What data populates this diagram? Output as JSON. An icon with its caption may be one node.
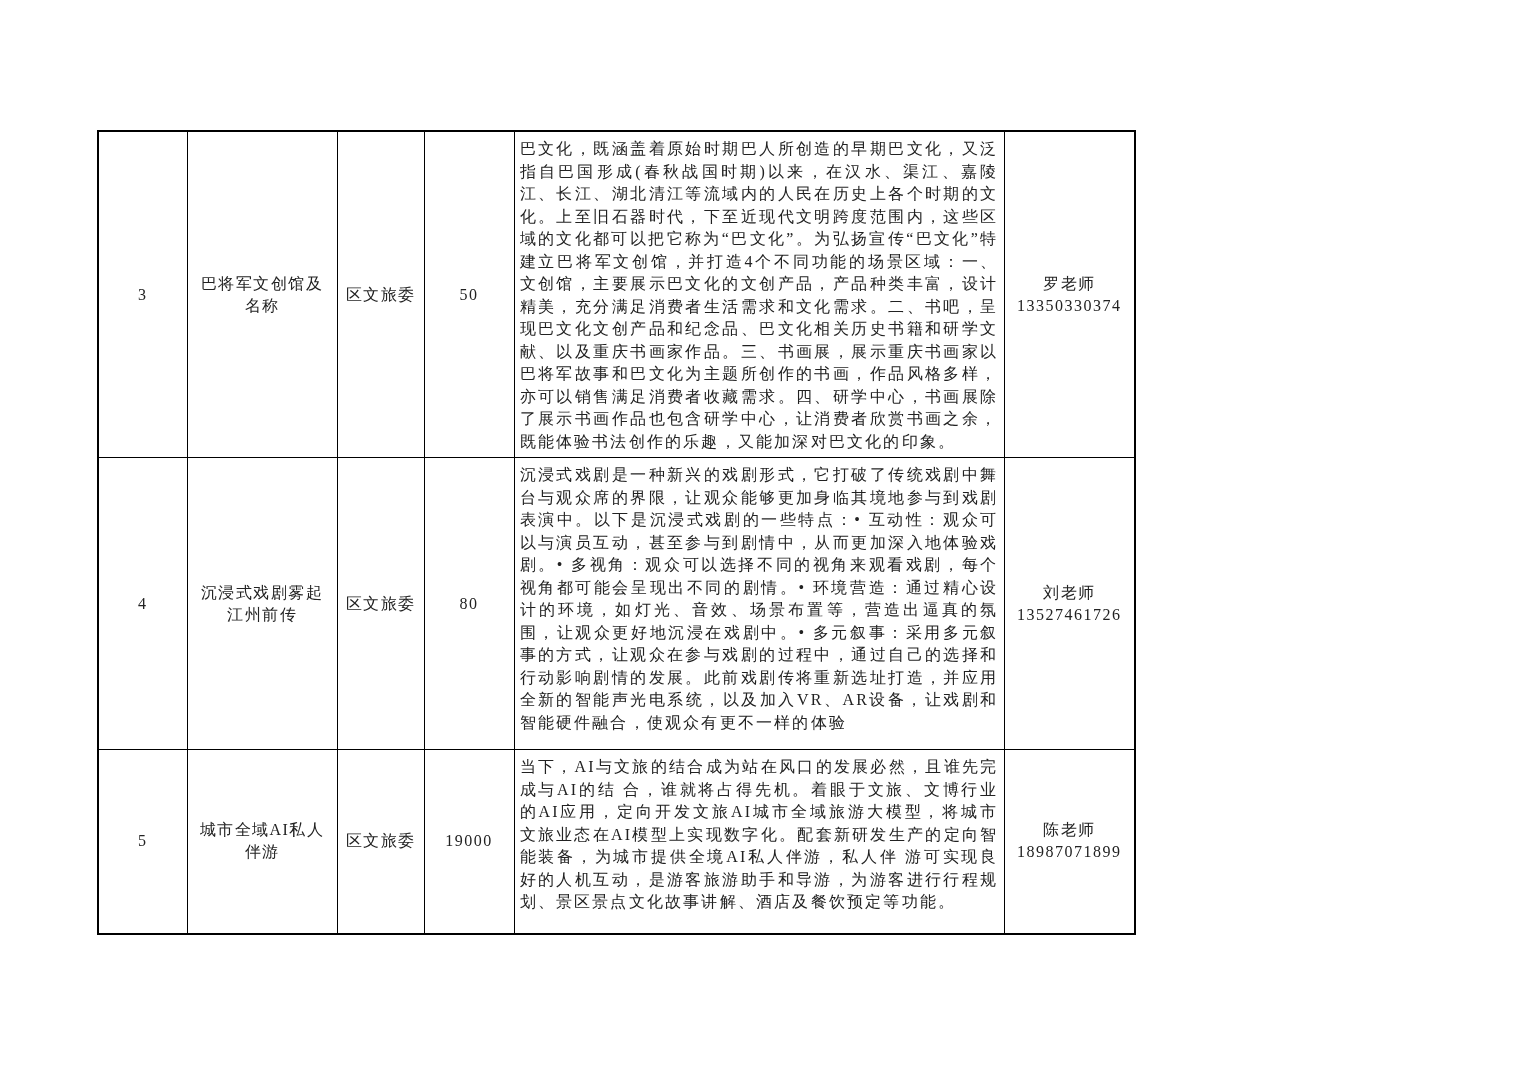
{
  "diagram": {
    "labels": [
      "3",
      "巴将军文创馆及名称",
      "区文旅委",
      "50",
      "巴文化，既涵盖着原始时期巴人所创造的早期巴文化，又泛指自巴国形成(春秋战国时期)以来，在汉水、渠江、嘉陵江、长江、湖北清江等流域内的人民在历史上各个时期的文化。上至旧石器时代，下至近现代文明跨度范围内，这些区域的文化都可以把它称为“巴文化”。为弘扬宣传“巴文化”特建立巴将军文创馆，并打造4个不同功能的场景区域：一、文创馆，主要展示巴文化的文创产品，产品种类丰富，设计精美，充分满足消费者生活需求和文化需求。二、书吧，呈现巴文化文创产品和纪念品、巴文化相关历史书籍和研学文献、以及重庆书画家作品。三、书画展，展示重庆书画家以巴将军故事和巴文化为主题所创作的书画，作品风格多样，亦可以销售满足消费者收藏需求。四、研学中心，书画展除了展示书画作品也包含研学中心，让消费者欣赏书画之余，既能体验书法创作的乐趣，又能加深对巴文化的印象。",
      "罗老师 13350330374",
      "4",
      "沉浸式戏剧雾起江州前传",
      "区文旅委",
      "80",
      "沉浸式戏剧是一种新兴的戏剧形式，它打破了传统戏剧中舞台与观众席的界限，让观众能够更加身临其境地参与到戏剧表演中。以下是沉浸式戏剧的一些特点：• 互动性：观众可以与演员互动，甚至参与到剧情中，从而更加深入地体验戏剧。• 多视角：观众可以选择不同的视角来观看戏剧，每个视角都可能会呈现出不同的剧情。• 环境营造：通过精心设计的环境，如灯光、音效、场景布置等，营造出逼真的氛围，让观众更好地沉浸在戏剧中。• 多元叙事：采用多元叙事的方式，让观众在参与戏剧的过程中，通过自己的选择和行动影响剧情的发展。此前戏剧传将重新选址打造，并应用全新的智能声光电系统，以及加入VR、AR设备，让戏剧和智能硬件融合，使观众有更不一样的体验",
      "刘老师 13527461726",
      "5",
      "城市全域AI私人伴游",
      "区文旅委",
      "19000",
      "当下，AI与文旅的结合成为站在风口的发展必然，且谁先完成与AI的结 合，谁就将占得先机。着眼于文旅、文博行业的AI应用，定向开发文旅AI城市全域旅游大模型，将城市文旅业态在AI模型上实现数字化。配套新研发生产的定向智能装备，为城市提供全境AI私人伴游，私人伴 游可实现良好的人机互动，是游客旅游助手和导游，为游客进行行程规划、景区景点文化故事讲解、酒店及餐饮预定等功能。",
      "陈老师 18987071899"
    ]
  }
}
